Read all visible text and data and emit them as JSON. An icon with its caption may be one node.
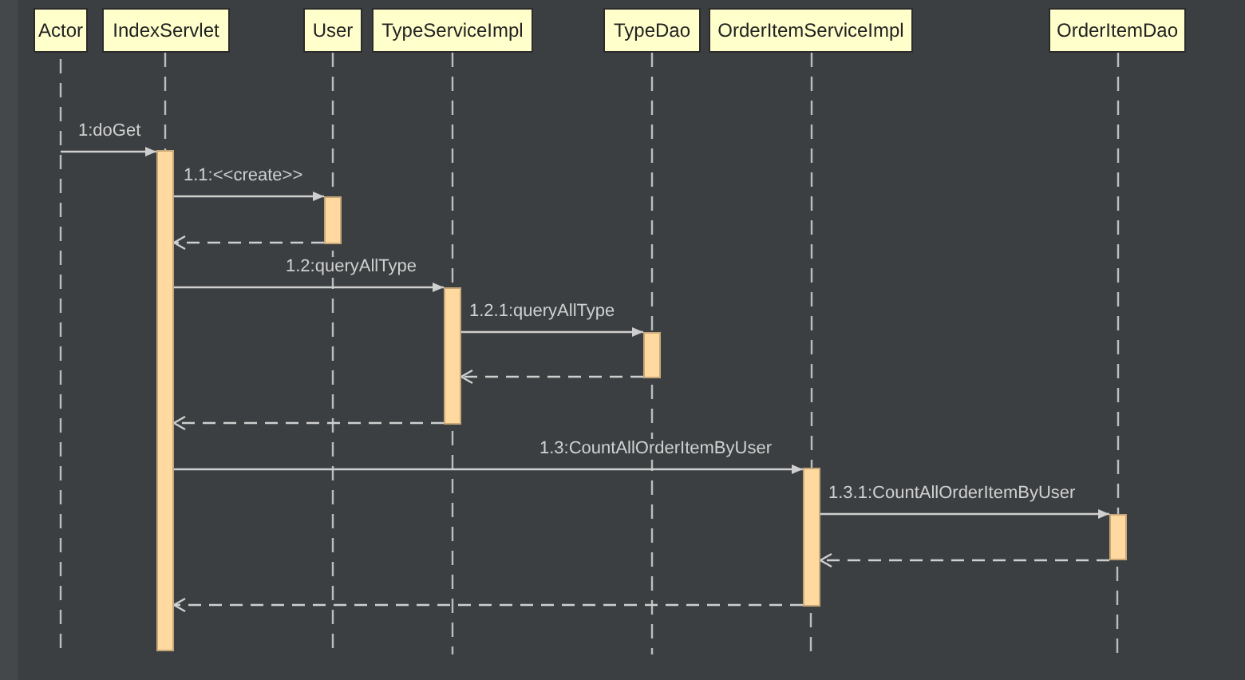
{
  "diagram": {
    "nodes": [
      {
        "text": [
          "Actor"
        ]
      },
      {
        "text": [
          "IndexServlet"
        ]
      },
      {
        "text": [
          "User"
        ]
      },
      {
        "text": [
          "TypeServiceImpl"
        ]
      },
      {
        "text": [
          "TypeDao"
        ]
      },
      {
        "text": [
          "OrderItemServiceImpl"
        ]
      },
      {
        "text": [
          "OrderItemDao"
        ]
      },
      {
        "text": [],
        "shape": "bar"
      },
      {
        "text": [],
        "shape": "bar"
      },
      {
        "text": [],
        "shape": "bar"
      },
      {
        "text": [],
        "shape": "bar"
      },
      {
        "text": [],
        "shape": "bar"
      },
      {
        "text": [],
        "shape": "bar"
      }
    ],
    "edges": [
      {
        "from": null,
        "to": 7,
        "arrow": "to",
        "label": "1:doGet"
      },
      {
        "from": 7,
        "to": 8,
        "arrow": "to",
        "label": "1.1:<<create>>"
      },
      {
        "from": 8,
        "to": 7,
        "arrow": "to",
        "style": "dashed"
      },
      {
        "from": 7,
        "to": 9,
        "arrow": "to",
        "label": "1.2:queryAllType"
      },
      {
        "from": 9,
        "to": 10,
        "arrow": "to",
        "label": "1.2.1:queryAllType"
      },
      {
        "from": 10,
        "to": 9,
        "arrow": "to",
        "style": "dashed"
      },
      {
        "from": 9,
        "to": 7,
        "arrow": "to",
        "style": "dashed"
      },
      {
        "from": 7,
        "to": 11,
        "arrow": "to",
        "label": "1.3:CountAllOrderItemByUser"
      },
      {
        "from": 11,
        "to": 12,
        "arrow": "to",
        "label": "1.3.1:CountAllOrderItemByUser"
      },
      {
        "from": 12,
        "to": 11,
        "arrow": "to",
        "style": "dashed"
      },
      {
        "from": 11,
        "to": 7,
        "arrow": "to",
        "style": "dashed"
      },
      {
        "from": 1,
        "to": 7,
        "arrow": "none",
        "style": "dashed"
      },
      {
        "from": 2,
        "to": 8,
        "arrow": "none",
        "style": "dashed"
      },
      {
        "from": 3,
        "to": 9,
        "arrow": "none",
        "style": "dashed"
      },
      {
        "from": 4,
        "to": 10,
        "arrow": "none",
        "style": "dashed"
      },
      {
        "from": 5,
        "to": 11,
        "arrow": "none",
        "style": "dashed"
      },
      {
        "from": 6,
        "to": 12,
        "arrow": "none",
        "style": "dashed"
      }
    ]
  }
}
